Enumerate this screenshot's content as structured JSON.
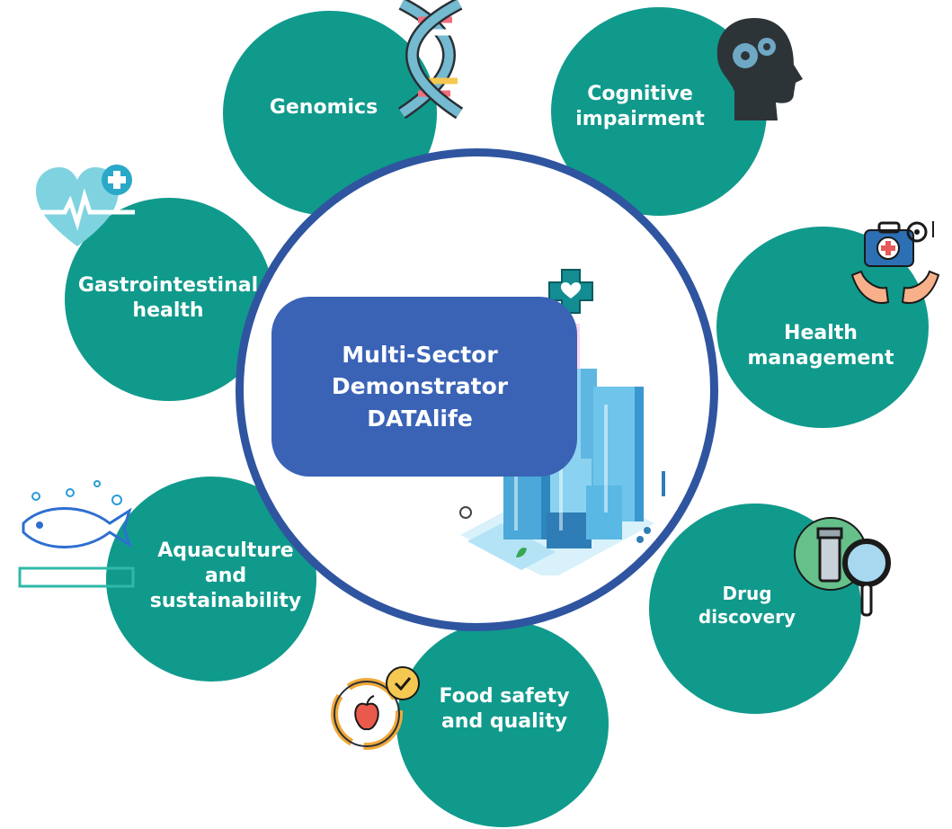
{
  "center": {
    "title": "Multi-Sector\nDemonstrator\nDATAlife"
  },
  "topics": [
    {
      "label": "Genomics",
      "icon": "dna-icon"
    },
    {
      "label": "Cognitive\nimpairment",
      "icon": "brain-gears-icon"
    },
    {
      "label": "Health\nmanagement",
      "icon": "medical-kit-hands-icon"
    },
    {
      "label": "Drug\ndiscovery",
      "icon": "vial-magnifier-icon"
    },
    {
      "label": "Food safety\nand quality",
      "icon": "apple-check-icon"
    },
    {
      "label": "Aquaculture\nand\nsustainability",
      "icon": "fish-icon"
    },
    {
      "label": "Gastrointestinal\nhealth",
      "icon": "heart-pulse-icon"
    }
  ],
  "colors": {
    "topic_circle": "#109a8c",
    "ring": "#2f55a0",
    "center_box": "#3a63b6"
  }
}
